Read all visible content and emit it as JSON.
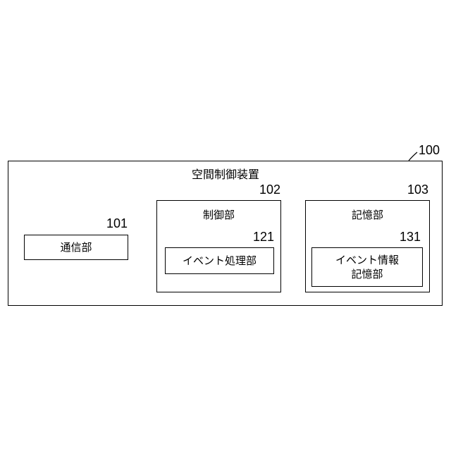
{
  "device": {
    "title": "空間制御装置",
    "ref": "100"
  },
  "communication": {
    "label": "通信部",
    "ref": "101"
  },
  "control": {
    "label": "制御部",
    "ref": "102"
  },
  "event_processing": {
    "label": "イベント処理部",
    "ref": "121"
  },
  "storage": {
    "label": "記憶部",
    "ref": "103"
  },
  "event_info_storage": {
    "line1": "イベント情報",
    "line2": "記憶部",
    "ref": "131"
  }
}
